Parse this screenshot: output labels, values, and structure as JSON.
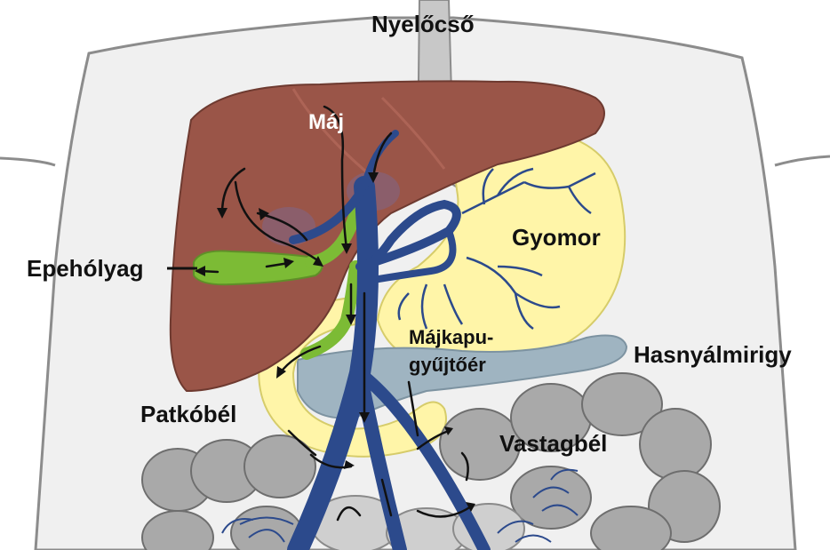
{
  "labels": {
    "esophagus": "Nyelőcső",
    "liver": "Máj",
    "gallbladder": "Epehólyag",
    "stomach": "Gyomor",
    "portal_vein_line1": "Májkapu-",
    "portal_vein_line2": "gyűjtőér",
    "pancreas": "Hasnyálmirigy",
    "duodenum": "Patkóbél",
    "colon": "Vastagbél"
  },
  "colors": {
    "background": "#ffffff",
    "body_outline": "#8c8c8c",
    "body_fill": "#efefef",
    "liver": "#9a5548",
    "liver_shadow": "#7e4338",
    "stomach": "#fff5a8",
    "duodenum": "#fff5a8",
    "pancreas": "#9fb4c1",
    "intestine": "#a9a9a9",
    "portal_vein": "#2c4a8c",
    "bile_duct": "#7cbb35",
    "arrow": "#111111",
    "label_text": "#111111",
    "liver_label_text": "#ffffff"
  }
}
